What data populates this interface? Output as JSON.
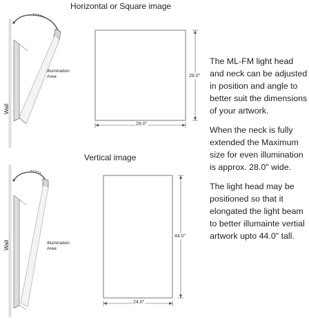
{
  "headings": {
    "horizontal": "Horizontal or Square image",
    "vertical": "Vertical image"
  },
  "labels": {
    "wall": "Wall",
    "illumination": "Illumination",
    "area": "Area"
  },
  "dimensions": {
    "square_width": "28.0\"",
    "square_height": "28.0\"",
    "vertical_width": "24.0\"",
    "vertical_height": "44.0\""
  },
  "description": {
    "p1": "The ML-FM light head and neck can be adjusted in position and angle to better suit the dimensions of your artwork.",
    "p2": "When the neck is fully extended the Maximum size for even illumination is approx. 28.0\" wide.",
    "p3": "The light head may be positioned so that it elongated the light beam to better illumainte vertial artwork upto 44.0\" tall."
  }
}
